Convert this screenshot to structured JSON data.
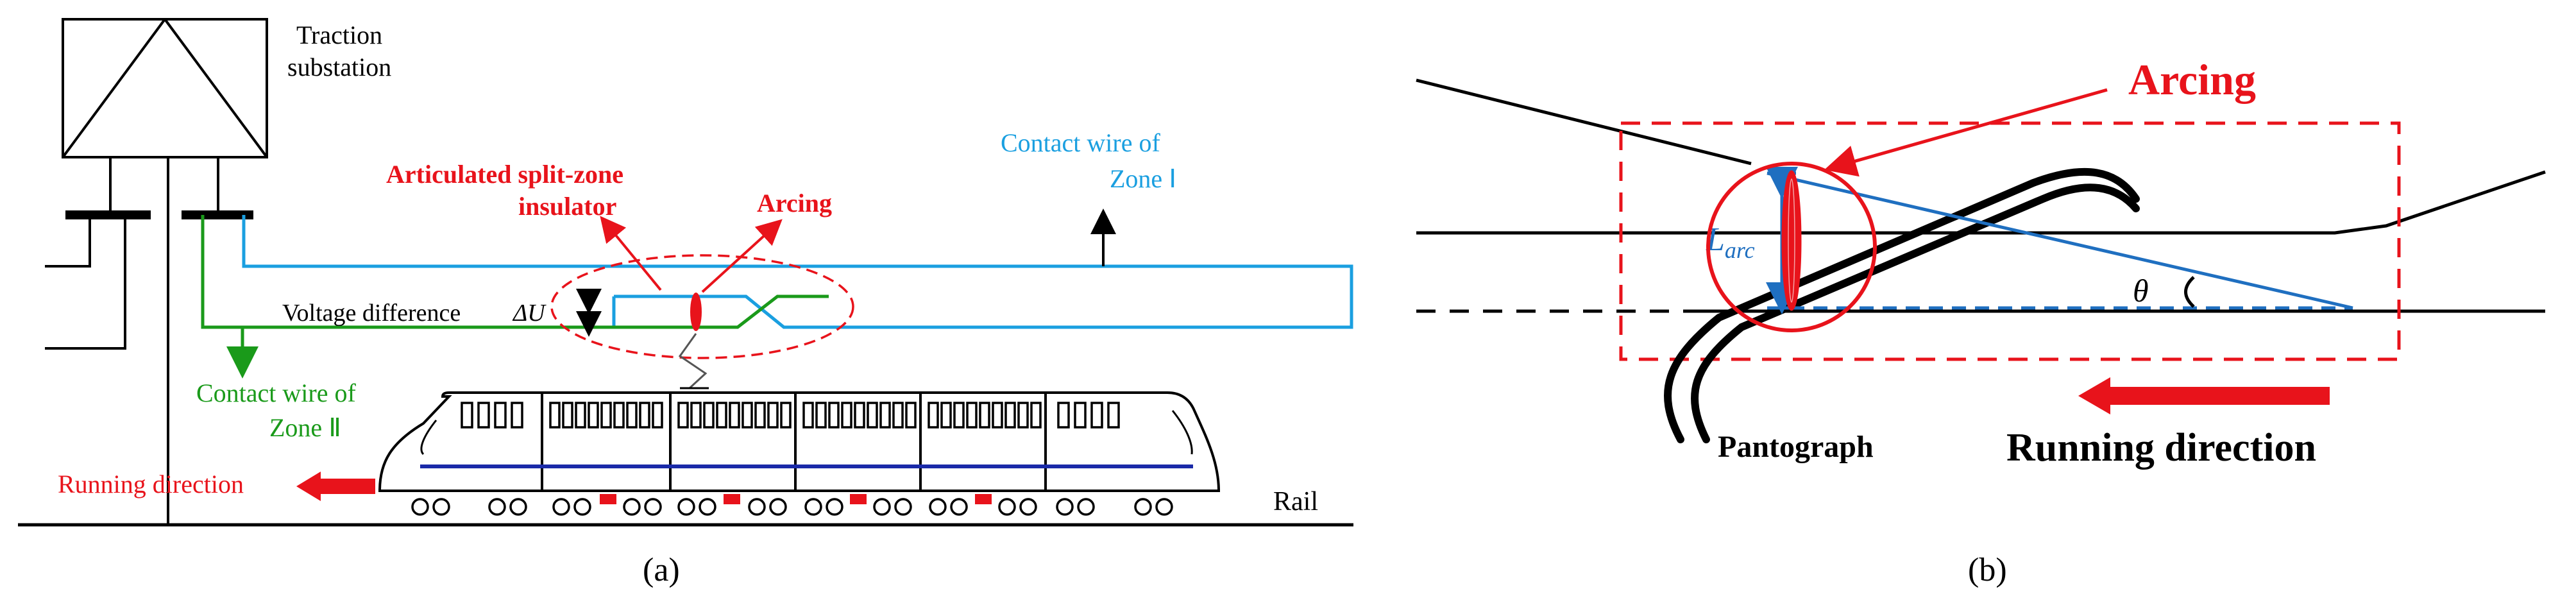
{
  "panel_a": {
    "substation_label_line1": "Traction",
    "substation_label_line2": "substation",
    "insulator_label_line1": "Articulated split-zone",
    "insulator_label_line2": "insulator",
    "arcing_label": "Arcing",
    "zone1_label_line1": "Contact wire of",
    "zone1_label_line2": "Zone Ⅰ",
    "voltage_label": "Voltage difference",
    "voltage_symbol": "ΔU",
    "zone2_label_line1": "Contact wire of",
    "zone2_label_line2": "Zone Ⅱ",
    "running_label": "Running direction",
    "rail_label": "Rail",
    "caption": "(a)"
  },
  "panel_b": {
    "arcing_label": "Arcing",
    "larc_symbol": "L",
    "larc_subscript": "arc",
    "theta_symbol": "θ",
    "pantograph_label": "Pantograph",
    "running_label": "Running direction",
    "caption": "(b)"
  },
  "colors": {
    "zone1_wire": "#1a9fe0",
    "zone2_wire": "#1a9a1a",
    "highlight_red": "#e8131b",
    "train_stripe": "#1a2aa8",
    "blue_geometry": "#1f6fc0",
    "ink": "#000000"
  }
}
